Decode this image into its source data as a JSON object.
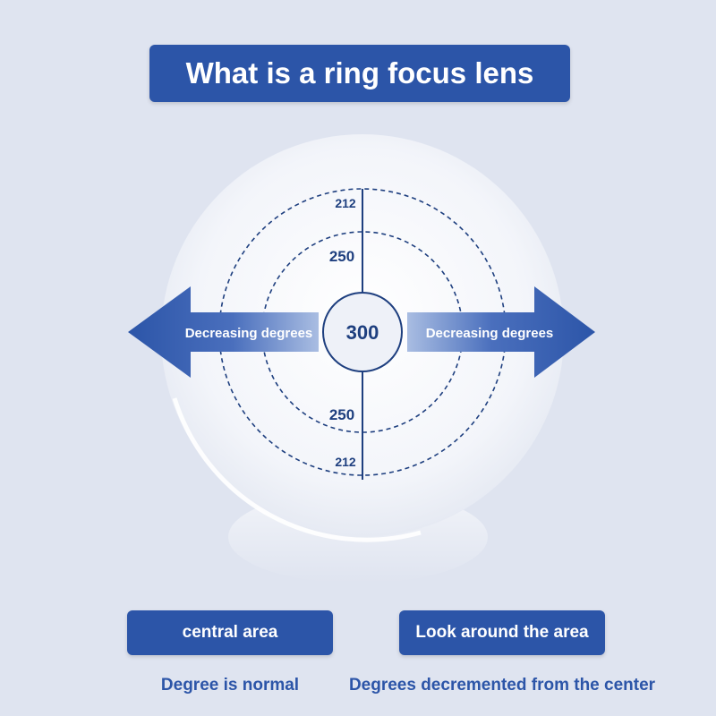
{
  "title": "What is a ring focus lens",
  "colors": {
    "accent": "#2c55a8",
    "background": "#dfe4f0",
    "ring": "#1e3f7f"
  },
  "lens": {
    "center_value": "300",
    "inner_ring_value": "250",
    "outer_ring_value": "212",
    "left_arrow_label": "Decreasing degrees",
    "right_arrow_label": "Decreasing degrees"
  },
  "areas": [
    {
      "label": "central area",
      "caption": "Degree is normal"
    },
    {
      "label": "Look around the area",
      "caption": "Degrees decremented from the center"
    }
  ]
}
